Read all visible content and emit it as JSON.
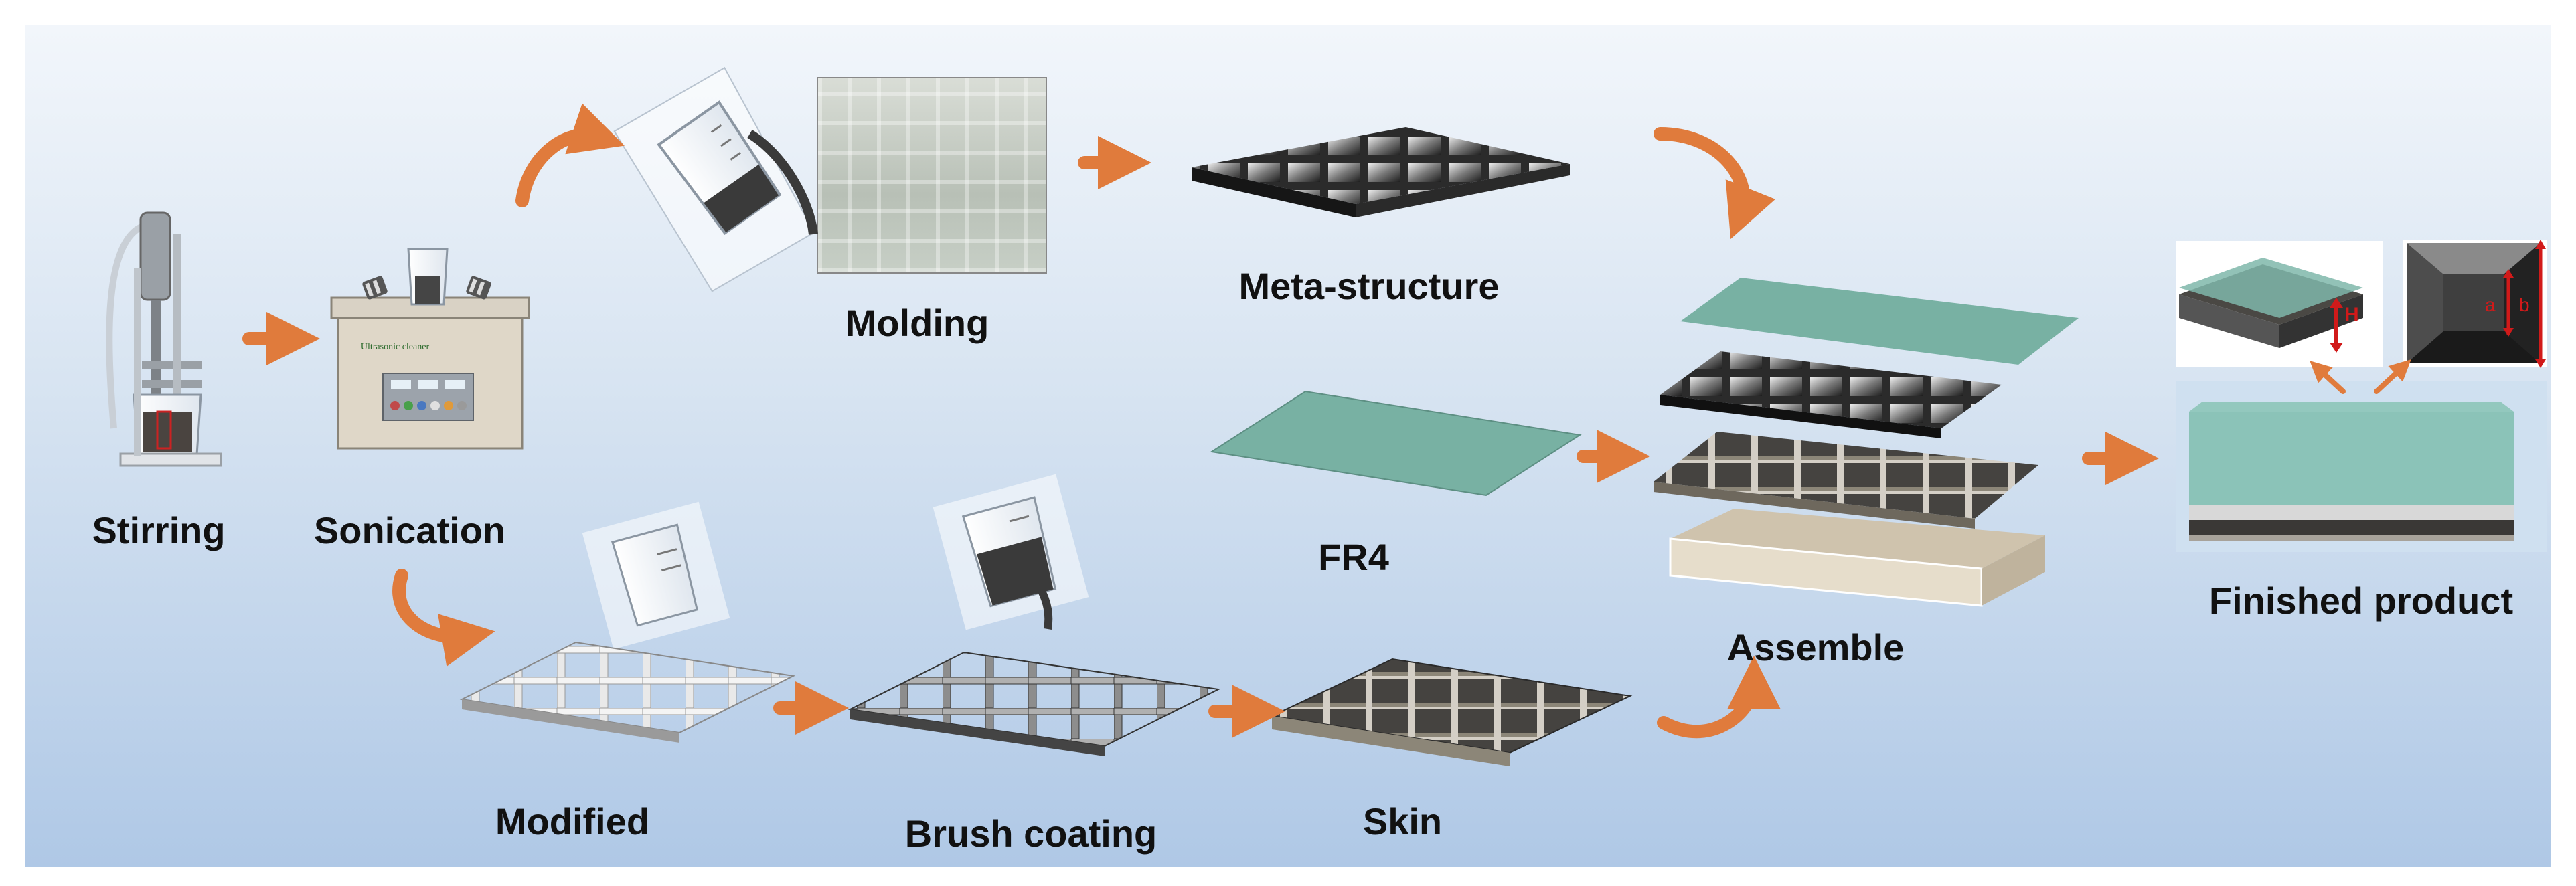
{
  "labels": {
    "stirring": "Stirring",
    "sonication": "Sonication",
    "molding": "Molding",
    "meta_structure": "Meta-structure",
    "fr4": "FR4",
    "assemble": "Assemble",
    "finished_product": "Finished product",
    "modified": "Modified",
    "brush_coating": "Brush coating",
    "skin": "Skin"
  },
  "device_text": {
    "ultrasonic": "Ultrasonic cleaner"
  },
  "inset_labels": {
    "height": "H",
    "inner": "a",
    "outer": "b"
  },
  "colors": {
    "arrow": "#e07b3c",
    "fr4": "#78b1a3",
    "dimension": "#d11a1a",
    "skin_top": "#4a4742",
    "lattice": "#d8d8d8",
    "base": "#cfc3ad"
  }
}
